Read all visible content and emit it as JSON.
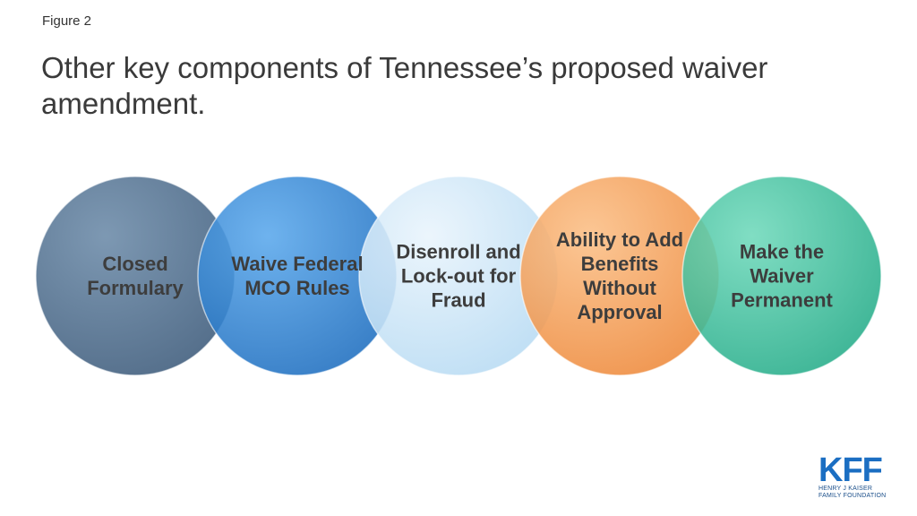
{
  "figure_label": "Figure 2",
  "title": "Other key components of Tennessee’s proposed waiver amendment.",
  "components": [
    {
      "label": "Closed Formulary",
      "color": "#4f6f8f"
    },
    {
      "label": "Waive Federal MCO Rules",
      "color": "#2f86d6"
    },
    {
      "label": "Disenroll and Lock-out for Fraud",
      "color": "#cfe6f7"
    },
    {
      "label": "Ability to Add Benefits Without Approval",
      "color": "#f5a05a"
    },
    {
      "label": "Make the Waiver Permanent",
      "color": "#3cc4a1"
    }
  ],
  "logo": {
    "mark": "KFF",
    "line1": "Henry J Kaiser",
    "line2": "Family Foundation",
    "color": "#1b6ec2"
  }
}
